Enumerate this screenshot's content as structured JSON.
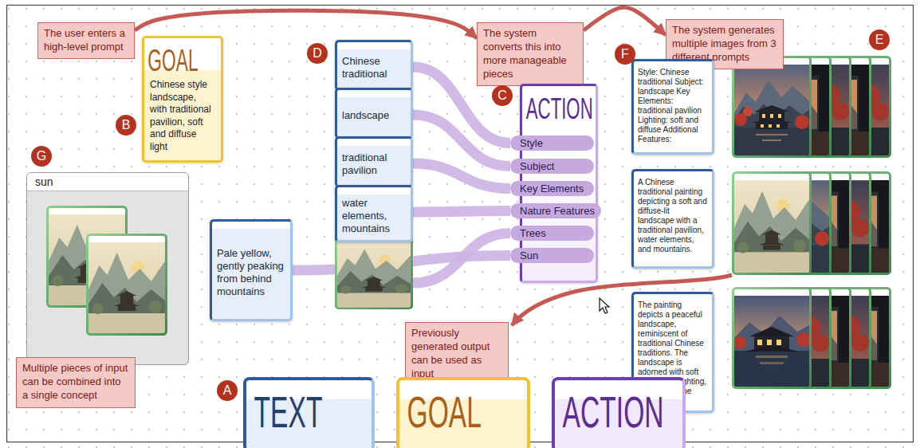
{
  "diagram": {
    "nodes": [
      {
        "text": [
          "The user enters a high-level prompt"
        ]
      },
      {
        "text": [
          "The system converts this into more manageable pieces"
        ]
      },
      {
        "text": [
          "The system generates multiple images from 3 different prompts"
        ]
      },
      {
        "text": [
          "GOAL",
          "Chinese style landscape, with traditional pavilion, soft and diffuse light"
        ]
      },
      {
        "text": [
          "Chinese traditional"
        ]
      },
      {
        "text": [
          "landscape"
        ]
      },
      {
        "text": [
          "traditional pavilion"
        ]
      },
      {
        "text": [
          "water elements, mountains"
        ]
      },
      {
        "text": [
          "ACTION"
        ]
      },
      {
        "text": [
          "Style"
        ],
        "in": 8
      },
      {
        "text": [
          "Subject"
        ],
        "in": 8
      },
      {
        "text": [
          "Key Elements"
        ],
        "in": 8
      },
      {
        "text": [
          "Nature Features"
        ],
        "in": 8
      },
      {
        "text": [
          "Trees"
        ],
        "in": 8
      },
      {
        "text": [
          "Sun"
        ],
        "in": 8
      },
      {
        "text": [
          "Style: Chinese traditional Subject: landscape Key Elements: traditional pavilion Lighting: soft and diffuse Additional Features:"
        ]
      },
      {
        "text": [
          "A Chinese traditional painting depicting a soft and diffuse-lit landscape with a traditional pavilion, water elements, and mountains."
        ]
      },
      {
        "text": [
          "The painting depicts a peaceful landscape, reminiscent of traditional Chinese traditions. The landscape is adorned with soft and diffuse lighting, highlighting the details of"
        ]
      },
      {
        "text": [
          "sun"
        ]
      },
      {
        "text": [
          "Pale yellow, gently peaking from behind mountains"
        ]
      },
      {
        "text": [
          "Previously generated output can be used as input"
        ]
      },
      {
        "text": [
          "Multiple pieces of input can be combined into a single concept"
        ]
      },
      {
        "text": [
          "TEXT"
        ]
      },
      {
        "text": [
          "GOAL"
        ]
      },
      {
        "text": [
          "ACTION"
        ]
      }
    ],
    "edges": [
      {
        "from": 0,
        "to": 1,
        "arrow": "to"
      },
      {
        "from": 1,
        "to": 2,
        "arrow": "to"
      },
      {
        "from": 4,
        "to": 9,
        "arrow": "none"
      },
      {
        "from": 5,
        "to": 10,
        "arrow": "none"
      },
      {
        "from": 6,
        "to": 11,
        "arrow": "none"
      },
      {
        "from": 7,
        "to": 12,
        "arrow": "none"
      },
      {
        "from": 19,
        "to": 14,
        "arrow": "none"
      }
    ],
    "labels": [
      "B",
      "D",
      "C",
      "F",
      "E",
      "G",
      "A"
    ]
  }
}
